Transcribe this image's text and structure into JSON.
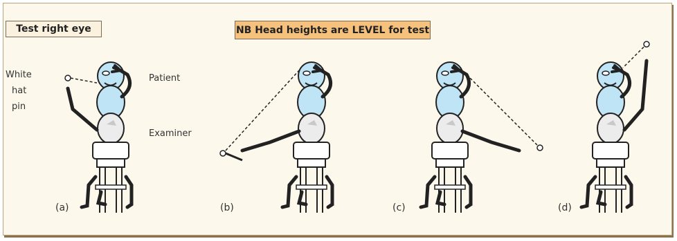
{
  "labels": {
    "test_eye": "Test right eye",
    "nb_note": "NB Head heights are LEVEL for test",
    "white": "White",
    "hat": "hat",
    "pin": "pin",
    "patient": "Patient",
    "examiner": "Examiner"
  },
  "panels": [
    "(a)",
    "(b)",
    "(c)",
    "(d)"
  ],
  "colors": {
    "patient_fill": "#bfe4f6",
    "examiner_fill": "#e8e8e8",
    "banner_fill": "#f6c17d",
    "background": "#fdf8ec"
  }
}
